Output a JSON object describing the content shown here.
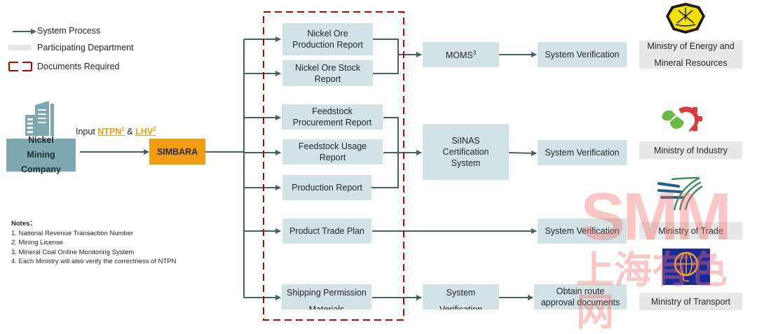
{
  "legend": {
    "items": [
      {
        "icon": "arrow-icon",
        "label": "System Process"
      },
      {
        "icon": "gray-swatch",
        "label": "Participating Department"
      },
      {
        "icon": "red-dashed-box",
        "label": "Documents Required"
      }
    ]
  },
  "source": {
    "company_label": "Nickel Mining Company",
    "company_icon": "building-icon",
    "input_prefix": "Input ",
    "input_ntpn": "NTPN",
    "input_ntpn_sup": "1",
    "input_and": " & ",
    "input_lhv": "LHV",
    "input_lhv_sup": "2",
    "simbara_label": "SIMBARA"
  },
  "documents": [
    {
      "label_line1": "Nickel Ore",
      "label_line2": "Production Report"
    },
    {
      "label_line1": "Nickel Ore Stock",
      "label_line2": "Report"
    },
    {
      "label_line1": "Feedstock",
      "label_line2": "Procurement Report"
    },
    {
      "label_line1": "Feedstock Usage",
      "label_line2": "Report"
    },
    {
      "label_line1": "Production Report",
      "label_line2": ""
    },
    {
      "label_line1": "Product Trade Plan",
      "label_line2": ""
    },
    {
      "label_line1": "Shipping Permission",
      "label_line2": "Materials"
    }
  ],
  "systems": {
    "moms": {
      "label": "MOMS",
      "sup": "3"
    },
    "silnas": {
      "line1": "SiINAS",
      "line2": "Certification",
      "line3": "System"
    },
    "shipping_verification": {
      "line1": "System",
      "line2": "Verification"
    }
  },
  "verifications": {
    "energy": "System Verification",
    "industry": "System Verification",
    "trade": "System Verification",
    "route": {
      "line1": "Obtain route",
      "line2": "approval documents"
    }
  },
  "ministries": [
    {
      "line1": "Ministry of Energy and",
      "line2": "Mineral Resources",
      "icon": "esdm-emblem-icon"
    },
    {
      "line1": "Ministry of Industry",
      "line2": "",
      "icon": "industry-gear-logo-icon"
    },
    {
      "line1": "Ministry of Trade",
      "line2": "",
      "icon": "trade-logo-icon"
    },
    {
      "line1": "Ministry of Transport",
      "line2": "",
      "icon": "transport-globe-logo-icon"
    }
  ],
  "notes": {
    "title": "Notes：",
    "items": [
      "1. National Revenue Transaction Number",
      "2. Mining License",
      "3. Mineral Coal Online Monitoring System",
      "4. Each Ministry will also verify the correctness of NTPN"
    ]
  },
  "watermark": {
    "line1": "SMM",
    "line2": "上海有色网"
  },
  "colors": {
    "arrow": "#44626a",
    "box": "#d3e2e5",
    "department": "#e8e8e8",
    "company": "#7ea9b3",
    "simbara": "#f29c11",
    "highlight": "#f29c11",
    "dashed": "#c00000"
  }
}
